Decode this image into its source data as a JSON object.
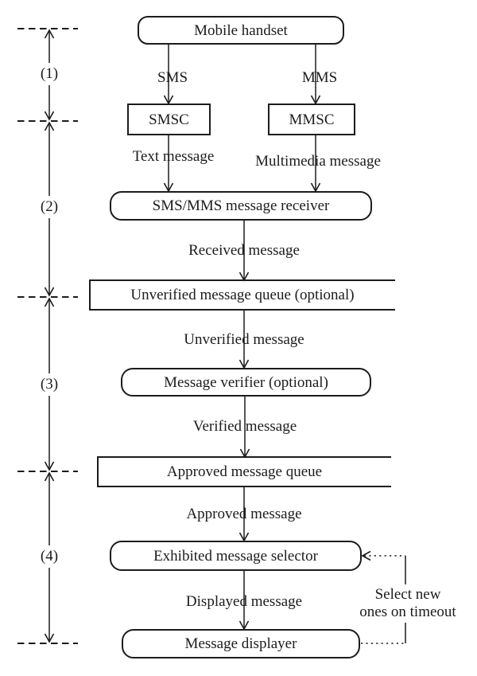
{
  "figure": {
    "background": "#ffffff",
    "ink": "#1c1c1c"
  },
  "stages": [
    {
      "label": "(1)"
    },
    {
      "label": "(2)"
    },
    {
      "label": "(3)"
    },
    {
      "label": "(4)"
    }
  ],
  "nodes": {
    "mobile_handset": {
      "label": "Mobile handset",
      "shape": "rounded"
    },
    "smsc": {
      "label": "SMSC",
      "shape": "rect"
    },
    "mmsc": {
      "label": "MMSC",
      "shape": "rect"
    },
    "receiver": {
      "label": "SMS/MMS message receiver",
      "shape": "rounded"
    },
    "unverified_queue": {
      "label": "Unverified message queue (optional)",
      "shape": "open-right-rect"
    },
    "verifier": {
      "label": "Message verifier (optional)",
      "shape": "rounded"
    },
    "approved_queue": {
      "label": "Approved message queue",
      "shape": "open-right-rect"
    },
    "selector": {
      "label": "Exhibited message selector",
      "shape": "rounded"
    },
    "displayer": {
      "label": "Message displayer",
      "shape": "rounded"
    }
  },
  "edge_labels": {
    "sms": "SMS",
    "mms": "MMS",
    "text_message": "Text message",
    "multimedia_message": "Multimedia message",
    "received_message": "Received message",
    "unverified_message": "Unverified message",
    "verified_message": "Verified message",
    "approved_message": "Approved message",
    "displayed_message": "Displayed message"
  },
  "note": {
    "line1": "Select new",
    "line2": "ones on timeout"
  }
}
